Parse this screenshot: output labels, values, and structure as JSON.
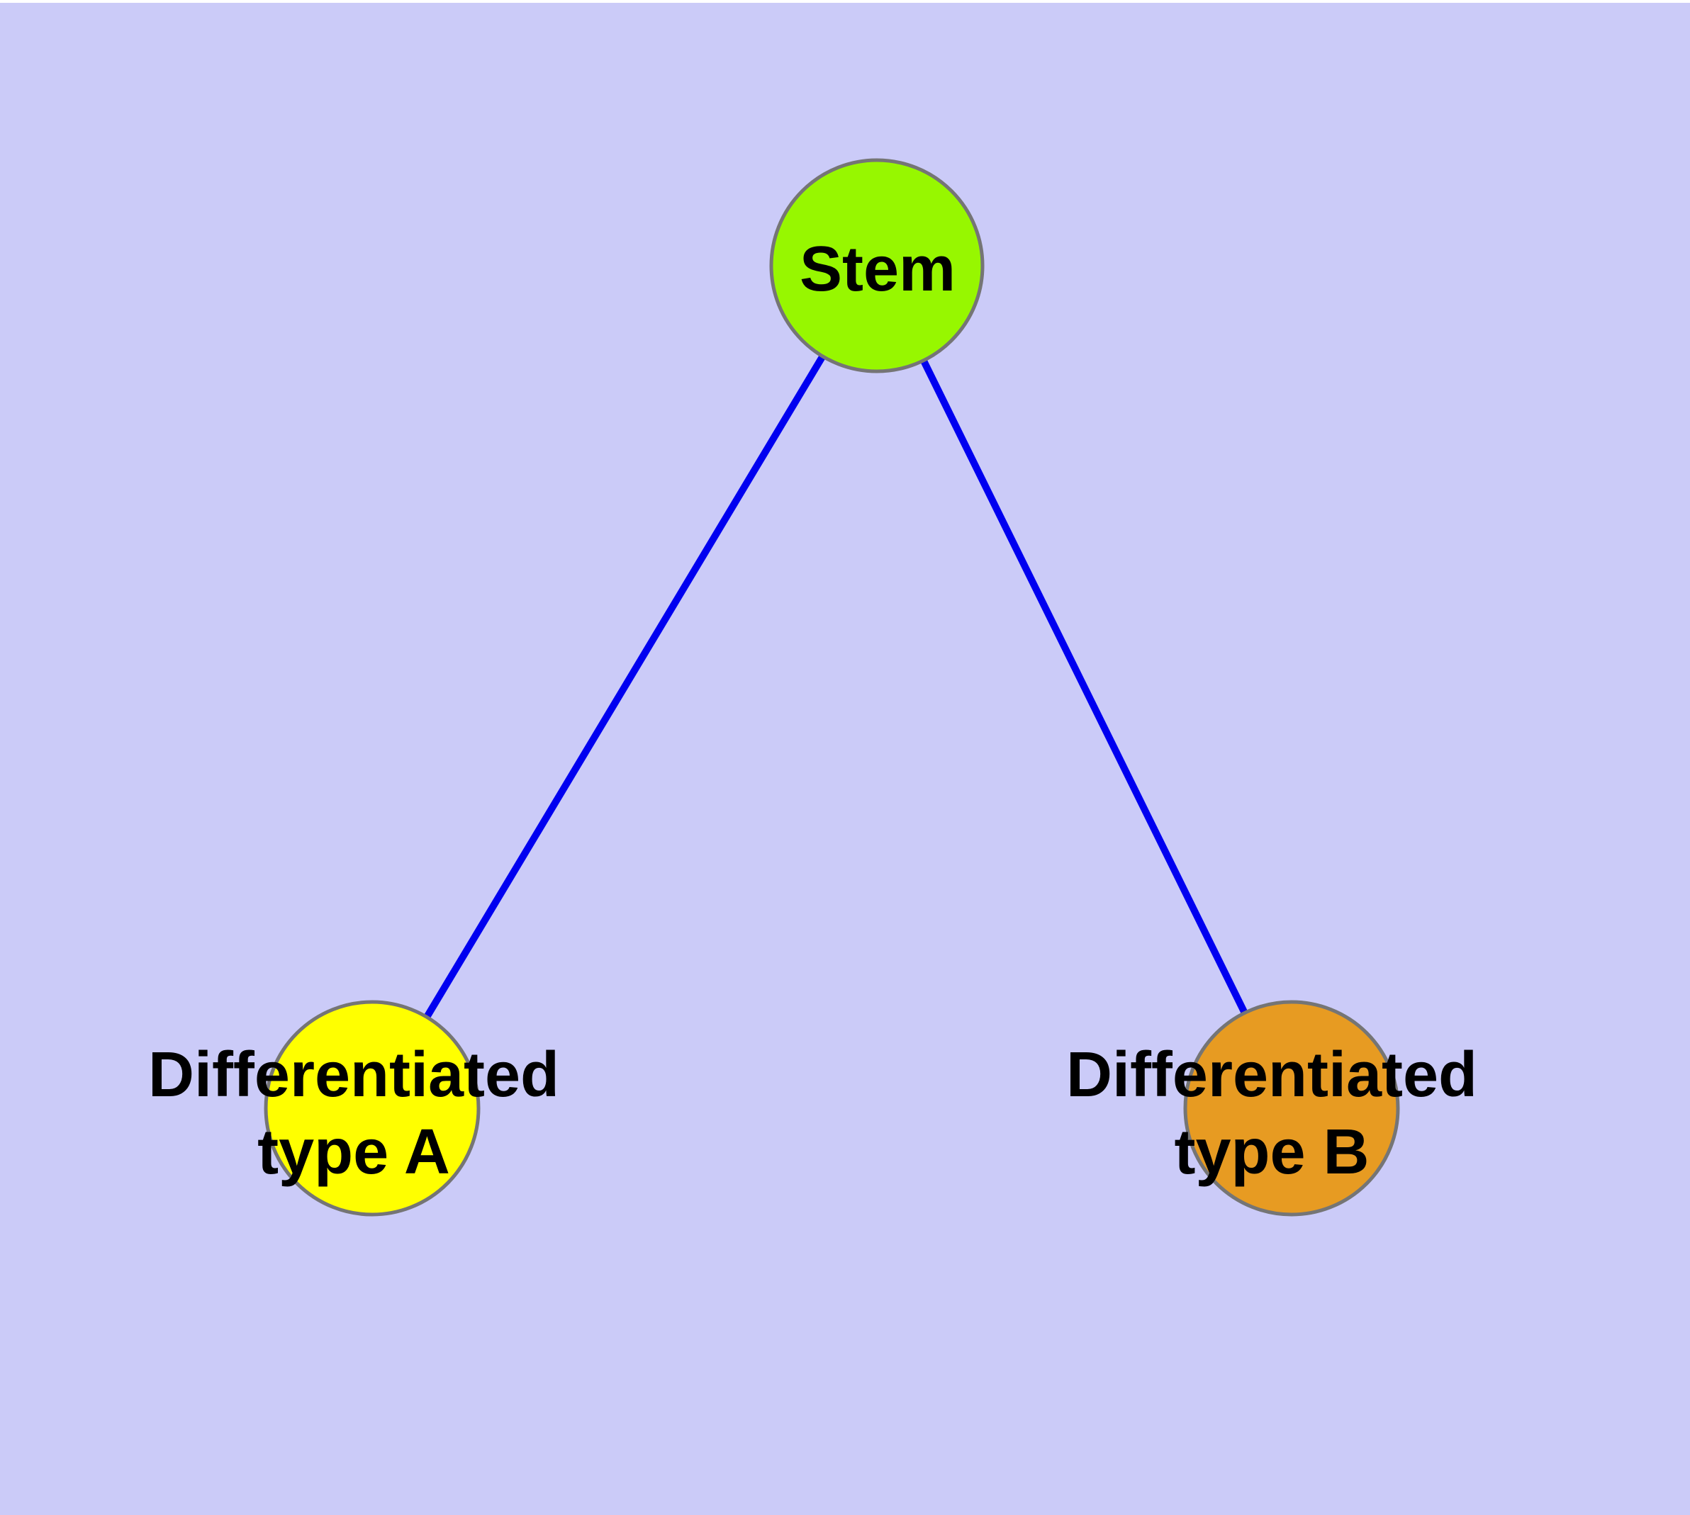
{
  "canvas": {
    "background_color": "#CBCBF8",
    "top_edge_color": "#FFFFFF"
  },
  "graph": {
    "edge_color": "#0000F0",
    "node_border_color": "#757575",
    "label_color": "#000000",
    "nodes": [
      {
        "id": "stem",
        "label": "Stem",
        "fill_color": "#97F700"
      },
      {
        "id": "differentiated-type-a",
        "label_line1": "Differentiated",
        "label_line2": "type A",
        "fill_color": "#FFFF00"
      },
      {
        "id": "differentiated-type-b",
        "label_line1": "Differentiated",
        "label_line2": "type B",
        "fill_color": "#E79B22"
      }
    ],
    "edges": [
      {
        "from": "Stem",
        "to": "Differentiated type A"
      },
      {
        "from": "Stem",
        "to": "Differentiated type B"
      }
    ]
  }
}
